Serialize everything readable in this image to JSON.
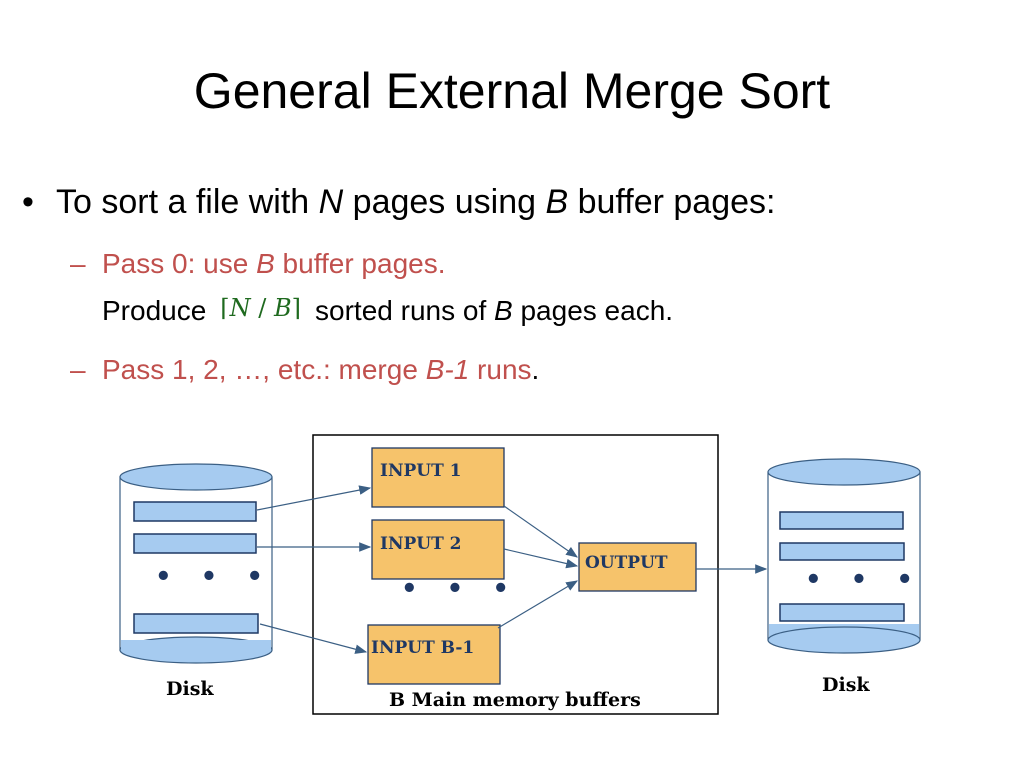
{
  "title": "General External Merge Sort",
  "bullet": {
    "prefix": "To sort a file with ",
    "n": "N",
    "middle": " pages using ",
    "b": "B",
    "suffix": " buffer pages:"
  },
  "pass0": {
    "dash": "–",
    "prefix": "Pass 0: use ",
    "b": "B",
    "suffix": " buffer pages.",
    "line2_prefix": "Produce",
    "formula_n": "N",
    "formula_sep": " / ",
    "formula_b": "B",
    "line2_mid": "sorted runs of ",
    "line2_b": "B",
    "line2_suffix": " pages each."
  },
  "pass1": {
    "dash": "–",
    "prefix": "Pass 1, 2, …,  etc.: merge ",
    "b1": "B-1",
    "suffix": " runs",
    "period": "."
  },
  "diagram": {
    "input1": "INPUT 1",
    "input2": "INPUT 2",
    "inputb1": "INPUT B-1",
    "output": "OUTPUT",
    "dots": "• • •",
    "disk_left": "Disk",
    "disk_right": "Disk",
    "memory_label": "B Main memory buffers"
  },
  "colors": {
    "accent": "#c0504d",
    "buffer_fill": "#f6c36b",
    "disk_fill": "#a6cbf0",
    "page_fill": "#a6cbf0",
    "label_blue": "#1f3864",
    "arrow": "#3b5f84"
  }
}
